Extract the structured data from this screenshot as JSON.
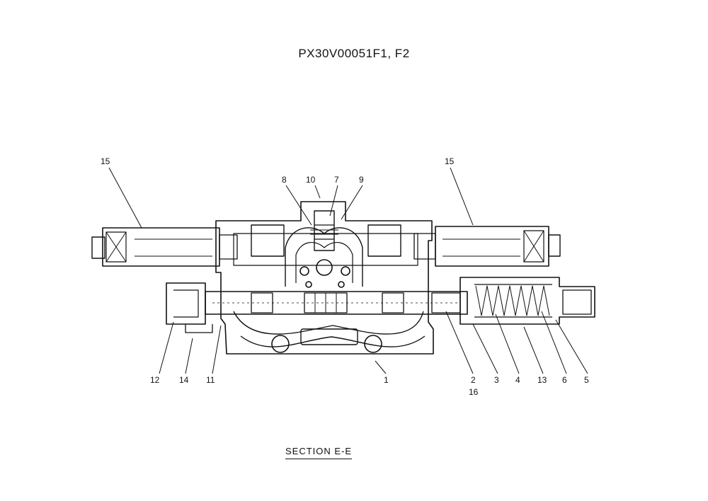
{
  "drawing": {
    "title": "PX30V00051F1, F2",
    "section_label": "SECTION E-E"
  },
  "callouts": {
    "c15_left": "15",
    "c15_right": "15",
    "c8": "8",
    "c10": "10",
    "c7": "7",
    "c9": "9",
    "c12": "12",
    "c14": "14",
    "c11": "11",
    "c1": "1",
    "c2": "2",
    "c16": "16",
    "c3": "3",
    "c4": "4",
    "c13": "13",
    "c6": "6",
    "c5": "5"
  }
}
